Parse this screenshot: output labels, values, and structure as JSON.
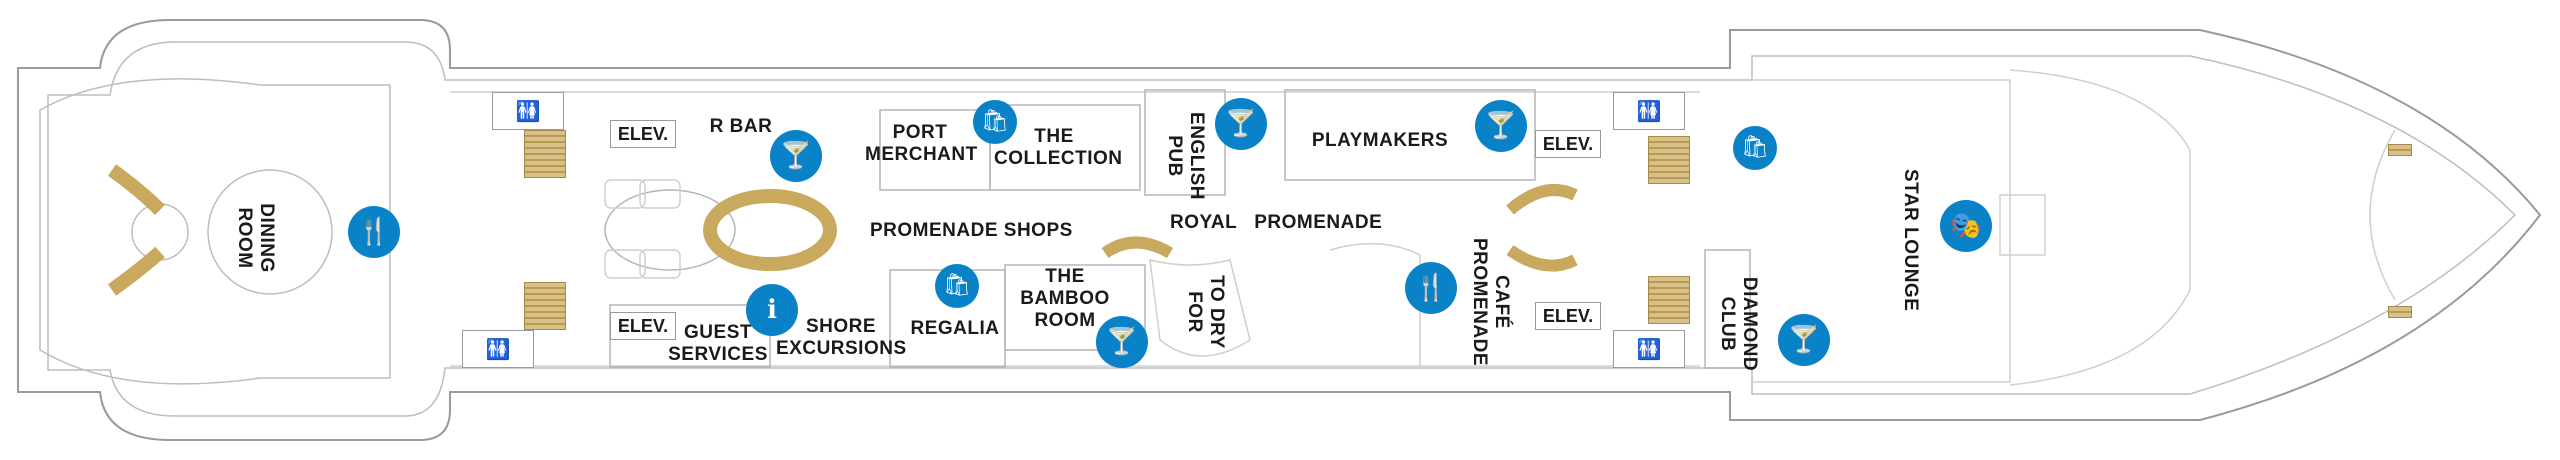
{
  "labels": {
    "dining_room": "DINING ROOM",
    "r_bar": "R BAR",
    "port_merchant": "PORT MERCHANT",
    "the_collection": "THE COLLECTION",
    "english_pub": "ENGLISH PUB",
    "playmakers": "PLAYMAKERS",
    "promenade_shops": "PROMENADE SHOPS",
    "royal_promenade": "ROYAL   PROMENADE",
    "guest_services": "GUEST SERVICES",
    "shore_excursions": "SHORE EXCURSIONS",
    "regalia": "REGALIA",
    "the_bamboo_room": "THE BAMBOO ROOM",
    "to_dry_for": "TO DRY FOR",
    "cafe_promenade": "CAFÉ PROMENADE",
    "diamond_club": "DIAMOND CLUB",
    "star_lounge": "STAR LOUNGE"
  },
  "elevators": {
    "label": "ELEV."
  },
  "icons": {
    "dining": "dining-icon",
    "bar": "cocktail-icon",
    "shop": "shopping-bag-icon",
    "info": "info-icon",
    "theater": "theater-masks-icon",
    "restroom": "restroom-icon"
  },
  "colors": {
    "icon_blue": "#0a82c8",
    "stair_gold": "#d8c089",
    "outline": "#9a9a9a"
  }
}
